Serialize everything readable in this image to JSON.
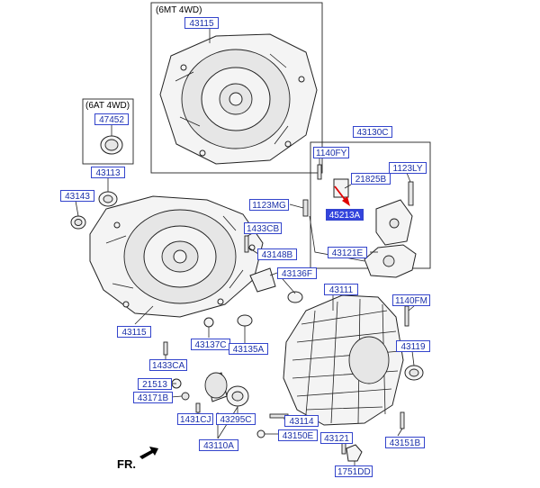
{
  "captions": {
    "mt": "(6MT 4WD)",
    "at": "(6AT 4WD)"
  },
  "fr_label": "FR.",
  "parts": {
    "p43115_top": "43115",
    "p47452": "47452",
    "p43113": "43113",
    "p43143": "43143",
    "p43130C": "43130C",
    "p1140FY": "1140FY",
    "p21825B": "21825B",
    "p1123LY": "1123LY",
    "p1123MG": "1123MG",
    "p45213A": "45213A",
    "p1433CB": "1433CB",
    "p43148B": "43148B",
    "p43121E": "43121E",
    "p43136F": "43136F",
    "p43111": "43111",
    "p1140FM": "1140FM",
    "p43115_bot": "43115",
    "p43137C": "43137C",
    "p43135A": "43135A",
    "p43119": "43119",
    "p1433CA": "1433CA",
    "p21513": "21513",
    "p43171B": "43171B",
    "p1431CJ": "1431CJ",
    "p43295C": "43295C",
    "p43114": "43114",
    "p43150E": "43150E",
    "p43121": "43121",
    "p43151B": "43151B",
    "p43110A": "43110A",
    "p1751DD": "1751DD"
  },
  "colors": {
    "label_text": "#1a2fa8",
    "label_border": "#3344cc",
    "highlight_fill": "#3344dd",
    "arrow": "#e00000"
  }
}
